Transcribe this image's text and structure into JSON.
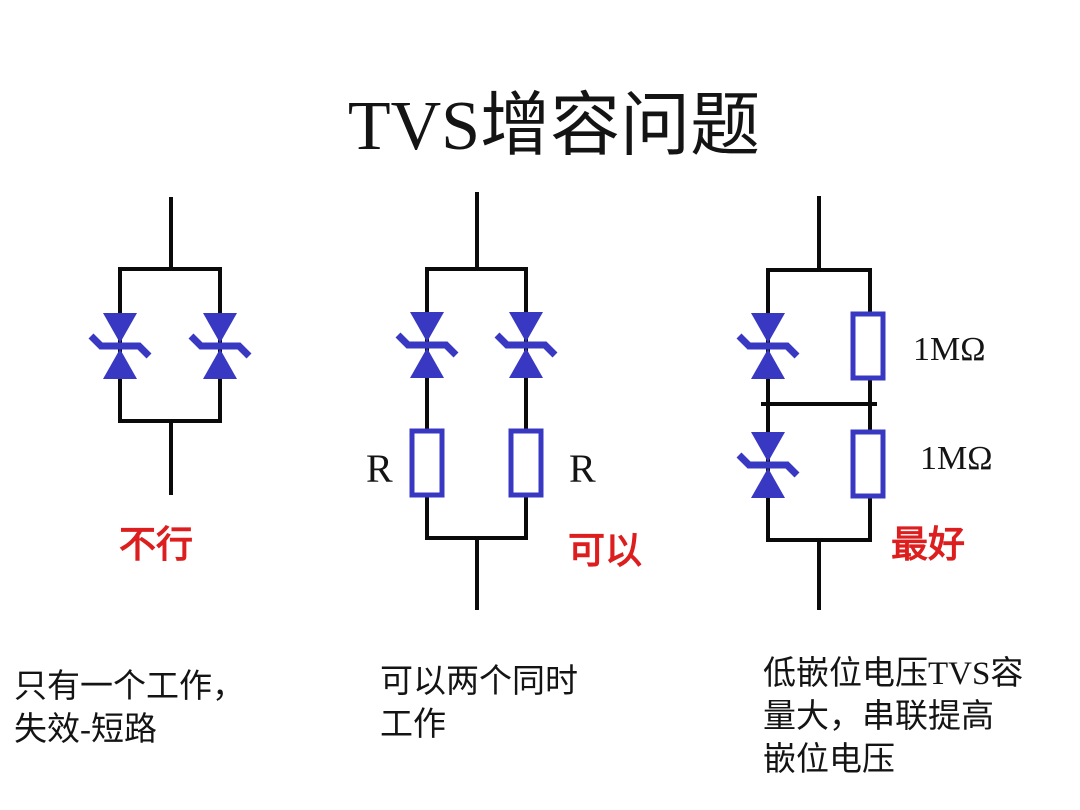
{
  "title": "TVS增容问题",
  "colors": {
    "diode_blue": "#3838c2",
    "wire_black": "#0a0a0a",
    "verdict_red": "#dd1e1e"
  },
  "circuits": {
    "left": {
      "verdict": "不行",
      "desc_lines": [
        "只有一个工作，",
        "失效-短路"
      ]
    },
    "middle": {
      "verdict": "可以",
      "resistor_labels": [
        "R",
        "R"
      ],
      "desc_lines": [
        "可以两个同时",
        "工作"
      ]
    },
    "right": {
      "verdict": "最好",
      "resistor_labels": [
        "1MΩ",
        "1MΩ"
      ],
      "desc_lines": [
        "低嵌位电压TVS容",
        "量大，串联提高",
        "嵌位电压"
      ]
    }
  }
}
